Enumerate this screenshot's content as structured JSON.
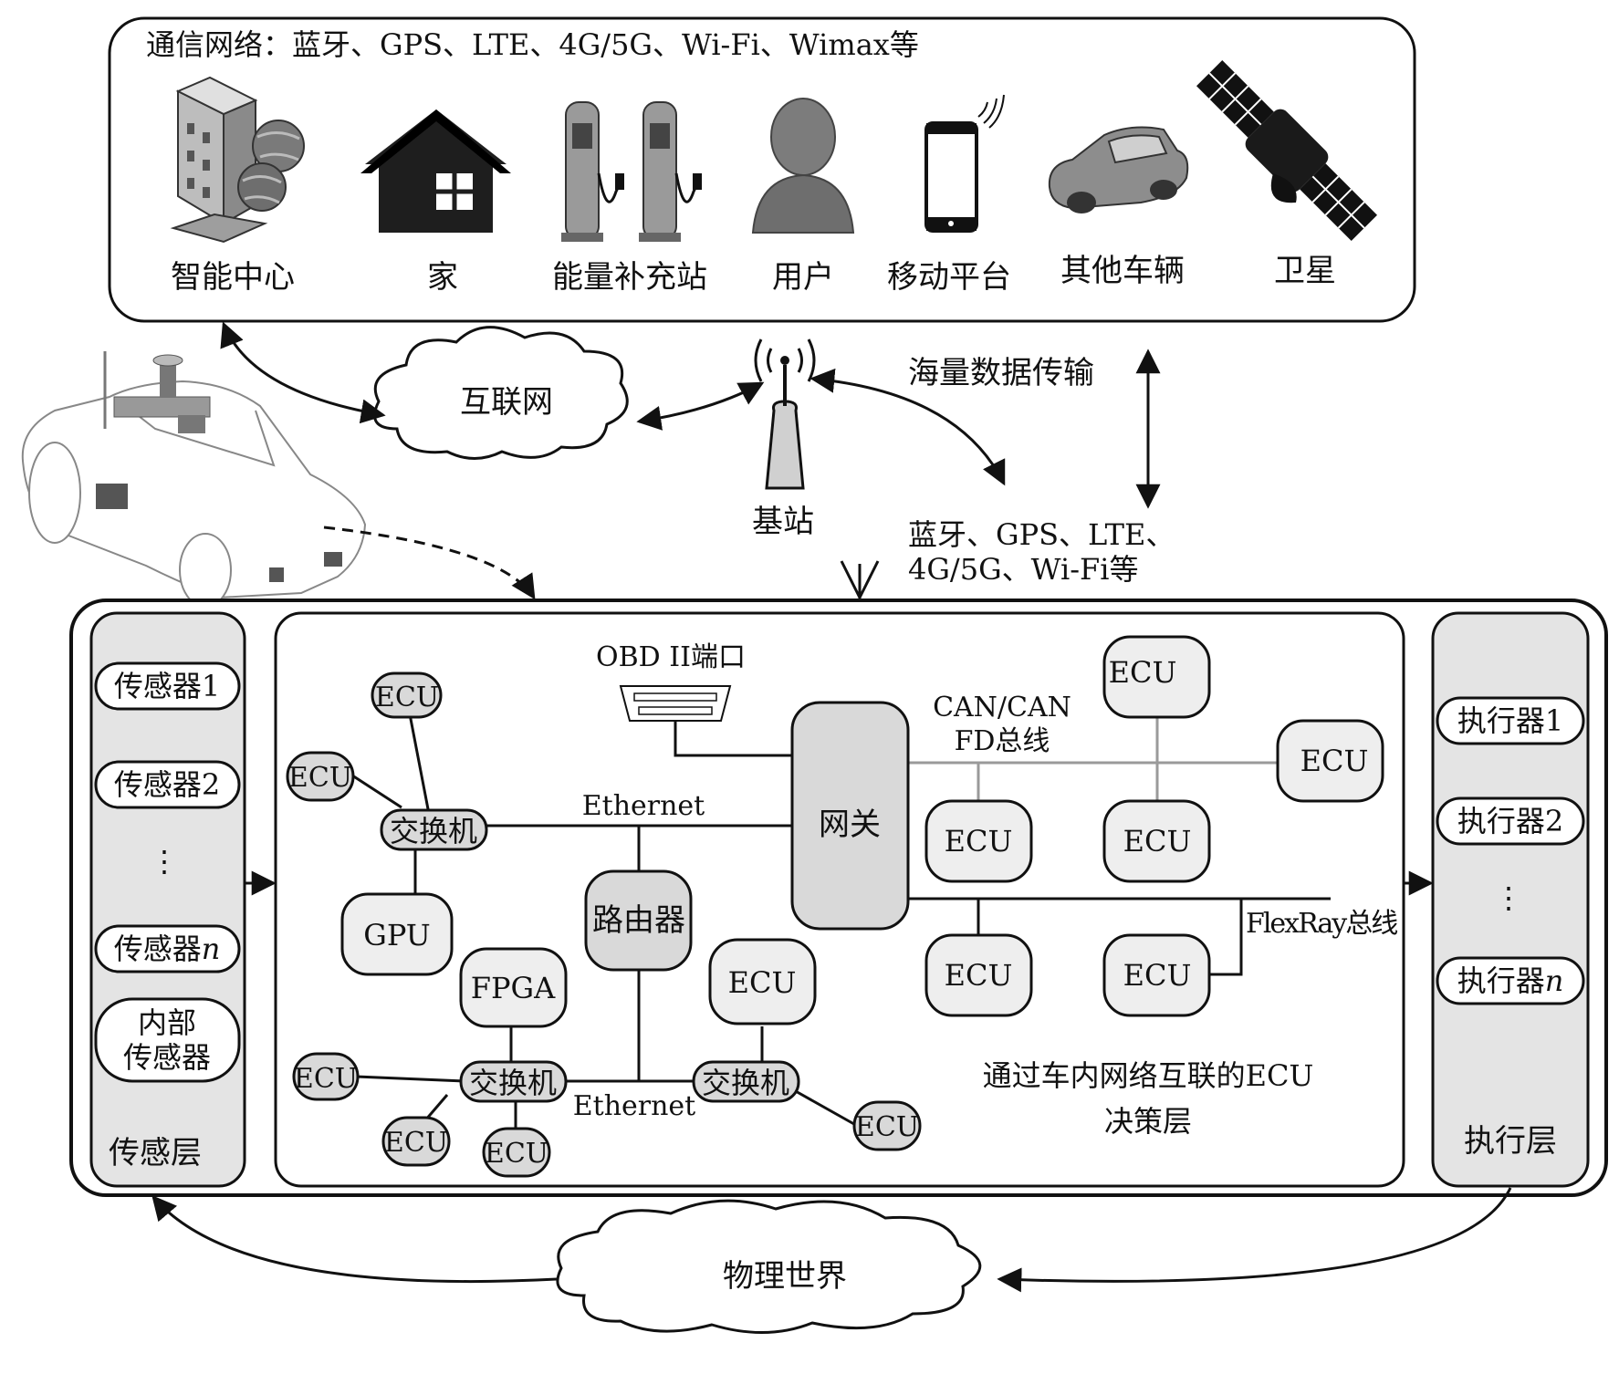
{
  "top_panel": {
    "comm_network": "通信网络：蓝牙、GPS、LTE、4G/5G、Wi-Fi、Wimax等",
    "items": [
      {
        "label": "智能中心",
        "icon": "building-icon"
      },
      {
        "label": "家",
        "icon": "house-icon"
      },
      {
        "label": "能量补充站",
        "icon": "charging-station-icon"
      },
      {
        "label": "用户",
        "icon": "user-icon"
      },
      {
        "label": "移动平台",
        "icon": "smartphone-icon"
      },
      {
        "label": "其他车辆",
        "icon": "car-icon"
      },
      {
        "label": "卫星",
        "icon": "satellite-icon"
      }
    ]
  },
  "middle": {
    "internet": "互联网",
    "base_station": "基站",
    "mass_data": "海量数据传输",
    "wireless_line1": "蓝牙、GPS、LTE、",
    "wireless_line2": "4G/5G、Wi-Fi等"
  },
  "sensing_layer": {
    "title": "传感层",
    "items": [
      "传感器1",
      "传感器2",
      "⋮",
      "传感器",
      "内部",
      "传感器"
    ],
    "sensor_n_suffix": "n"
  },
  "decision_layer": {
    "obd": "OBD II端口",
    "ethernet": "Ethernet",
    "gateway": "网关",
    "router": "路由器",
    "switch": "交换机",
    "gpu": "GPU",
    "fpga": "FPGA",
    "ecu": "ECU",
    "can_line1": "CAN/CAN",
    "can_line2": "FD总线",
    "flexray": "FlexRay总线",
    "caption_line1": "通过车内网络互联的ECU",
    "caption_line2": "决策层"
  },
  "execution_layer": {
    "title": "执行层",
    "items": [
      "执行器1",
      "执行器2",
      "⋮",
      "执行器"
    ],
    "actuator_n_suffix": "n"
  },
  "physical_world": "物理世界",
  "colors": {
    "box_fill": "#d9d9d9",
    "panel_fill": "#eeeeee",
    "can_bus": "#9a9a9a",
    "stroke": "#111111"
  }
}
